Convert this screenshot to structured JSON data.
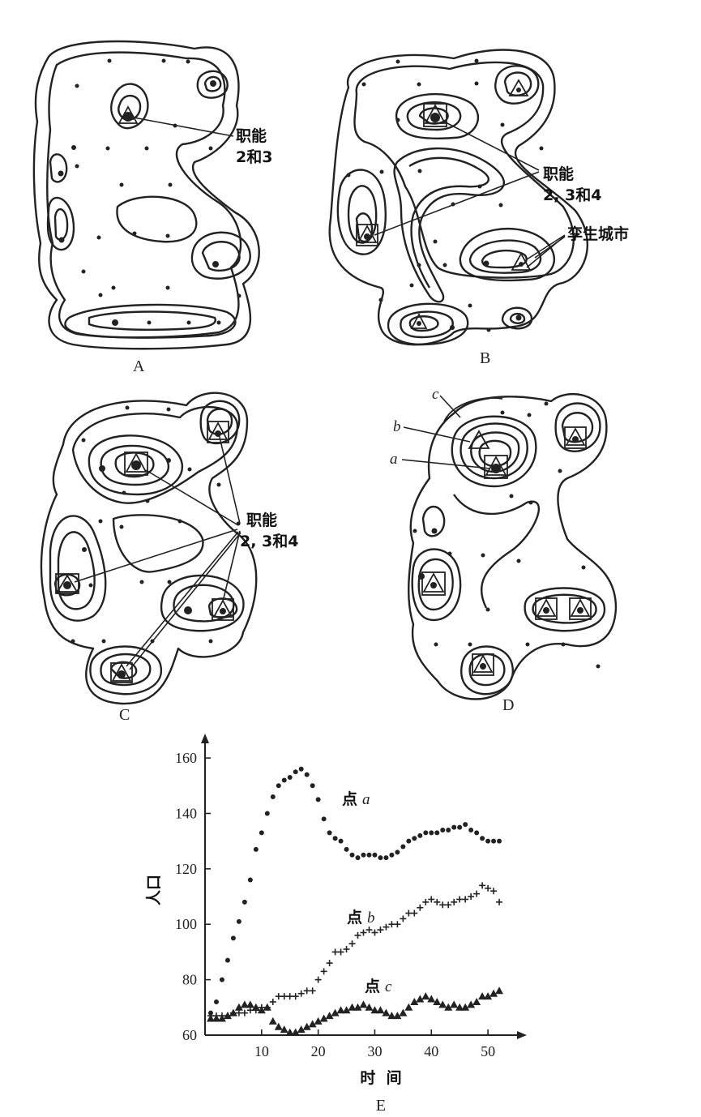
{
  "panels": {
    "A": {
      "caption": "A",
      "label_line1": "职能",
      "label_line2": "2和3"
    },
    "B": {
      "caption": "B",
      "label_line1": "职能",
      "label_line2": "2, 3和4",
      "twin_label": "孪生城市"
    },
    "C": {
      "caption": "C",
      "label_line1": "职能",
      "label_line2": "2, 3和4"
    },
    "D": {
      "caption": "D",
      "point_a": "a",
      "point_b": "b",
      "point_c": "c"
    }
  },
  "chart_data": {
    "type": "scatter",
    "caption": "E",
    "ylabel": "人口",
    "xlabel": "时  间",
    "xlim": [
      0,
      55
    ],
    "ylim": [
      60,
      165
    ],
    "xticks": [
      10,
      20,
      30,
      40,
      50
    ],
    "yticks": [
      60,
      80,
      100,
      120,
      140,
      160
    ],
    "series": [
      {
        "name": "点",
        "point": "a",
        "marker": "dot",
        "x": [
          1,
          2,
          3,
          4,
          5,
          6,
          7,
          8,
          9,
          10,
          11,
          12,
          13,
          14,
          15,
          16,
          17,
          18,
          19,
          20,
          21,
          22,
          23,
          24,
          25,
          26,
          27,
          28,
          29,
          30,
          31,
          32,
          33,
          34,
          35,
          36,
          37,
          38,
          39,
          40,
          41,
          42,
          43,
          44,
          45,
          46,
          47,
          48,
          49,
          50,
          51,
          52
        ],
        "y": [
          68,
          72,
          80,
          87,
          95,
          101,
          108,
          116,
          127,
          133,
          140,
          146,
          150,
          152,
          153,
          155,
          156,
          154,
          150,
          145,
          138,
          133,
          131,
          130,
          127,
          125,
          124,
          125,
          125,
          125,
          124,
          124,
          125,
          126,
          128,
          130,
          131,
          132,
          133,
          133,
          133,
          134,
          134,
          135,
          135,
          136,
          134,
          133,
          131,
          130,
          130,
          130
        ]
      },
      {
        "name": "点",
        "point": "b",
        "marker": "plus",
        "x": [
          1,
          2,
          3,
          4,
          5,
          6,
          7,
          8,
          9,
          10,
          11,
          12,
          13,
          14,
          15,
          16,
          17,
          18,
          19,
          20,
          21,
          22,
          23,
          24,
          25,
          26,
          27,
          28,
          29,
          30,
          31,
          32,
          33,
          34,
          35,
          36,
          37,
          38,
          39,
          40,
          41,
          42,
          43,
          44,
          45,
          46,
          47,
          48,
          49,
          50,
          51,
          52
        ],
        "y": [
          67,
          67,
          67,
          67,
          68,
          68,
          68,
          69,
          69,
          70,
          70,
          72,
          74,
          74,
          74,
          74,
          75,
          76,
          76,
          80,
          83,
          86,
          90,
          90,
          91,
          93,
          96,
          97,
          98,
          97,
          98,
          99,
          100,
          100,
          102,
          104,
          104,
          106,
          108,
          109,
          108,
          107,
          107,
          108,
          109,
          109,
          110,
          111,
          114,
          113,
          112,
          108
        ]
      },
      {
        "name": "点",
        "point": "c",
        "marker": "triangle",
        "x": [
          1,
          2,
          3,
          4,
          5,
          6,
          7,
          8,
          9,
          10,
          11,
          12,
          13,
          14,
          15,
          16,
          17,
          18,
          19,
          20,
          21,
          22,
          23,
          24,
          25,
          26,
          27,
          28,
          29,
          30,
          31,
          32,
          33,
          34,
          35,
          36,
          37,
          38,
          39,
          40,
          41,
          42,
          43,
          44,
          45,
          46,
          47,
          48,
          49,
          50,
          51,
          52
        ],
        "y": [
          66,
          66,
          66,
          67,
          68,
          70,
          71,
          71,
          70,
          69,
          70,
          65,
          63,
          62,
          61,
          61,
          62,
          63,
          64,
          65,
          66,
          67,
          68,
          69,
          69,
          70,
          70,
          71,
          70,
          69,
          69,
          68,
          67,
          67,
          68,
          70,
          72,
          73,
          74,
          73,
          72,
          71,
          70,
          71,
          70,
          70,
          71,
          72,
          74,
          74,
          75,
          76
        ]
      }
    ]
  }
}
